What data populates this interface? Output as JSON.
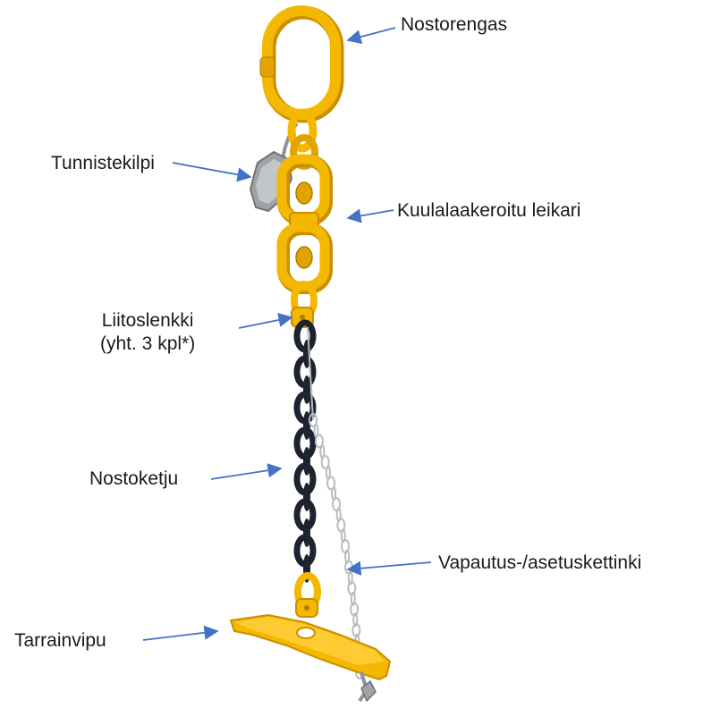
{
  "colors": {
    "hardware_yellow": "#F5B800",
    "hardware_shadow": "#C98F00",
    "chain_dark": "#1E2330",
    "small_chain": "#B8BCC2",
    "arrow": "#4472C4",
    "text": "#1a1a1a"
  },
  "labels": {
    "nostorengas": "Nostorengas",
    "tunnistekilpi": "Tunnistekilpi",
    "kuulalaakeroitu_leikari": "Kuulalaakeroitu leikari",
    "liitoslenkki_line1": "Liitoslenkki",
    "liitoslenkki_line2": "(yht. 3 kpl*)",
    "nostoketju": "Nostoketju",
    "vapautus_asetuskettinki": "Vapautus-/asetuskettinki",
    "tarrainvipu": "Tarrainvipu"
  }
}
